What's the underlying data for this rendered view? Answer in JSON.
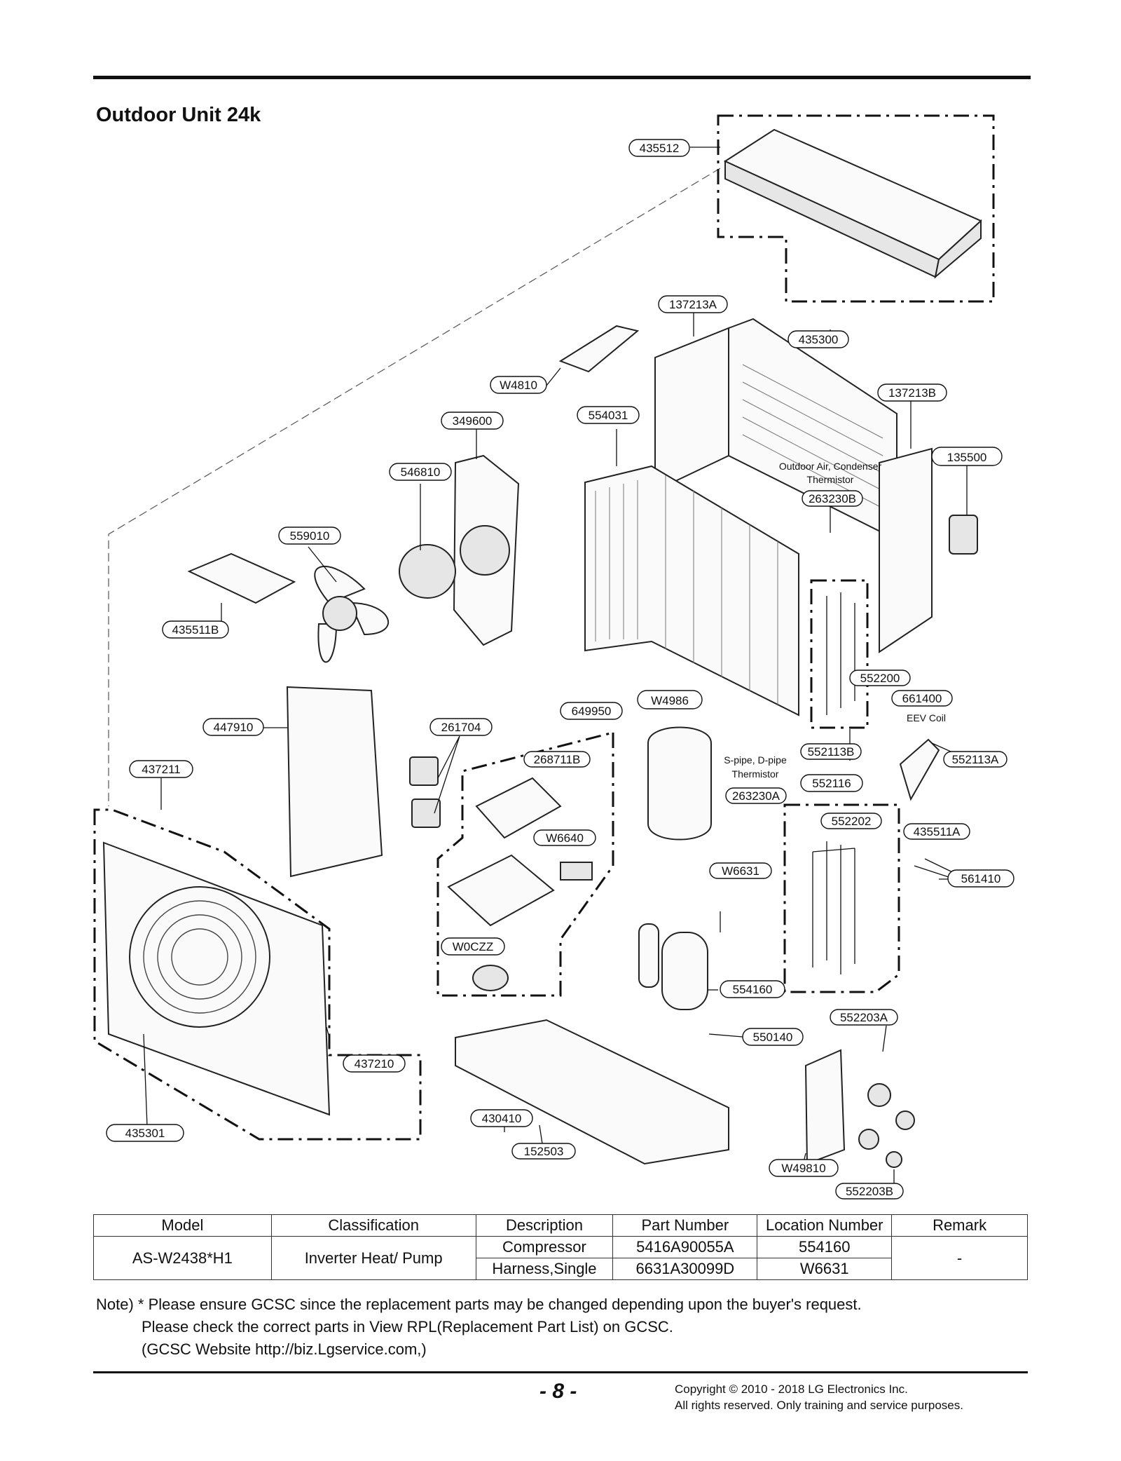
{
  "title": "Outdoor Unit 24k",
  "labels": {
    "p435512": "435512",
    "p137213A": "137213A",
    "p435300": "435300",
    "p137213B": "137213B",
    "pW4810": "W4810",
    "p349600": "349600",
    "p554031": "554031",
    "p135500": "135500",
    "p546810": "546810",
    "thermistor_outdoor": "Outdoor Air, Condenser",
    "thermistor_word": "Thermistor",
    "p263230B": "263230B",
    "p559010": "559010",
    "p435511B": "435511B",
    "p552200": "552200",
    "p661400": "661400",
    "eev_coil": "EEV Coil",
    "p649950": "649950",
    "pW4986": "W4986",
    "p447910": "447910",
    "p261704": "261704",
    "p552113B": "552113B",
    "p552113A": "552113A",
    "p268711B": "268711B",
    "spipe": "S-pipe, D-pipe",
    "spipe_thermistor": "Thermistor",
    "p437211": "437211",
    "p552116": "552116",
    "p263230A": "263230A",
    "p552202": "552202",
    "p435511A": "435511A",
    "pW6640": "W6640",
    "pW6631": "W6631",
    "p561410": "561410",
    "pW0CZZ": "W0CZZ",
    "p554160": "554160",
    "p552203A": "552203A",
    "p550140": "550140",
    "p437210": "437210",
    "p430410": "430410",
    "p435301": "435301",
    "p152503": "152503",
    "pW49810": "W49810",
    "p552203B": "552203B"
  },
  "table": {
    "headers": [
      "Model",
      "Classification",
      "Description",
      "Part Number",
      "Location Number",
      "Remark"
    ],
    "model": "AS-W2438*H1",
    "classification": "Inverter Heat/ Pump",
    "rows": [
      {
        "description": "Compressor",
        "part_number": "5416A90055A",
        "location": "554160"
      },
      {
        "description": "Harness,Single",
        "part_number": "6631A30099D",
        "location": "W6631"
      }
    ],
    "remark": "-"
  },
  "note": {
    "line1": "Note) * Please ensure GCSC since the replacement parts may be changed depending upon the buyer's request.",
    "line2": "Please check  the correct parts in View RPL(Replacement Part List) on GCSC.",
    "line3": "(GCSC Website  http://biz.Lgservice.com,)"
  },
  "footer": {
    "page": "- 8 -",
    "copyright1": "Copyright © 2010 - 2018 LG Electronics Inc.",
    "copyright2": "All rights reserved. Only training and service purposes."
  }
}
